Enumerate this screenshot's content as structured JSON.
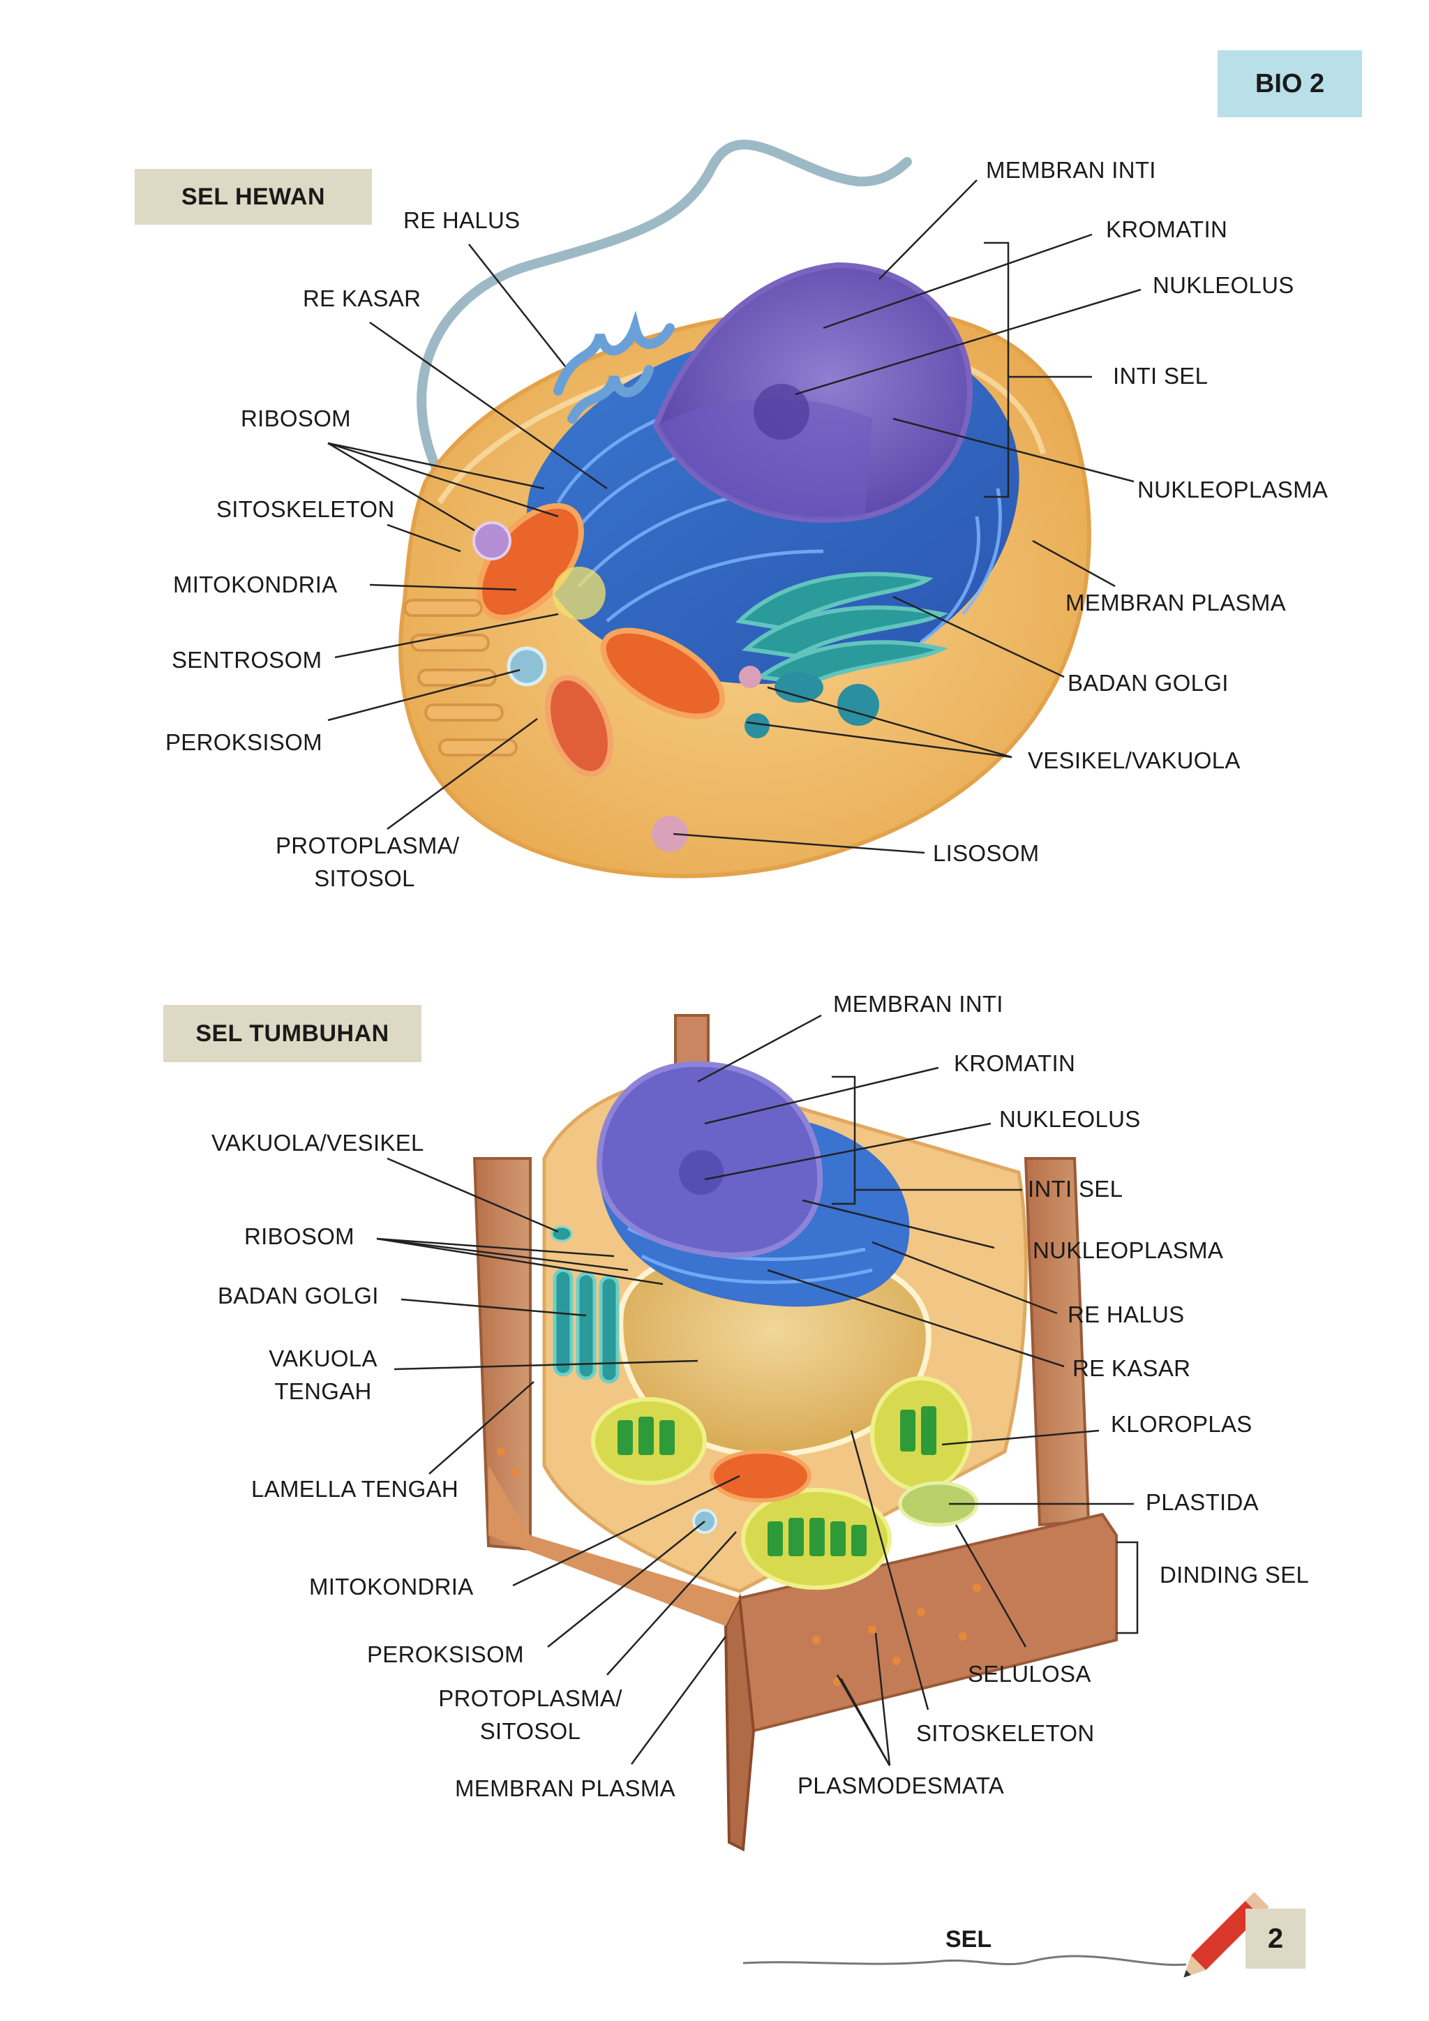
{
  "header": {
    "badge": "BIO 2"
  },
  "animal": {
    "title": "SEL HEWAN",
    "labels": {
      "re_halus": "RE HALUS",
      "re_kasar": "RE KASAR",
      "ribosom": "RIBOSOM",
      "sitoskeleton": "SITOSKELETON",
      "mitokondria": "MITOKONDRIA",
      "sentrosom": "SENTROSOM",
      "peroksisom": "PEROKSISOM",
      "protoplasma_1": "PROTOPLASMA/",
      "protoplasma_2": "SITOSOL",
      "membran_inti": "MEMBRAN INTI",
      "kromatin": "KROMATIN",
      "nukleolus": "NUKLEOLUS",
      "inti_sel": "INTI SEL",
      "nukleoplasma": "NUKLEOPLASMA",
      "membran_plasma": "MEMBRAN PLASMA",
      "badan_golgi": "BADAN GOLGI",
      "vesikel": "VESIKEL/VAKUOLA",
      "lisosom": "LISOSOM"
    }
  },
  "plant": {
    "title": "SEL TUMBUHAN",
    "labels": {
      "vakuola_vesikel": "VAKUOLA/VESIKEL",
      "ribosom": "RIBOSOM",
      "badan_golgi": "BADAN GOLGI",
      "vakuola_tengah_1": "VAKUOLA",
      "vakuola_tengah_2": "TENGAH",
      "lamella": "LAMELLA TENGAH",
      "mitokondria": "MITOKONDRIA",
      "peroksisom": "PEROKSISOM",
      "protoplasma_1": "PROTOPLASMA/",
      "protoplasma_2": "SITOSOL",
      "membran_plasma": "MEMBRAN PLASMA",
      "membran_inti": "MEMBRAN INTI",
      "kromatin": "KROMATIN",
      "nukleolus": "NUKLEOLUS",
      "inti_sel": "INTI SEL",
      "nukleoplasma": "NUKLEOPLASMA",
      "re_halus": "RE HALUS",
      "re_kasar": "RE KASAR",
      "kloroplas": "KLOROPLAS",
      "plastida": "PLASTIDA",
      "dinding_sel": "DINDING SEL",
      "selulosa": "SELULOSA",
      "sitoskeleton": "SITOSKELETON",
      "plasmodesmata": "PLASMODESMATA"
    }
  },
  "footer": {
    "title": "SEL",
    "page": "2"
  }
}
